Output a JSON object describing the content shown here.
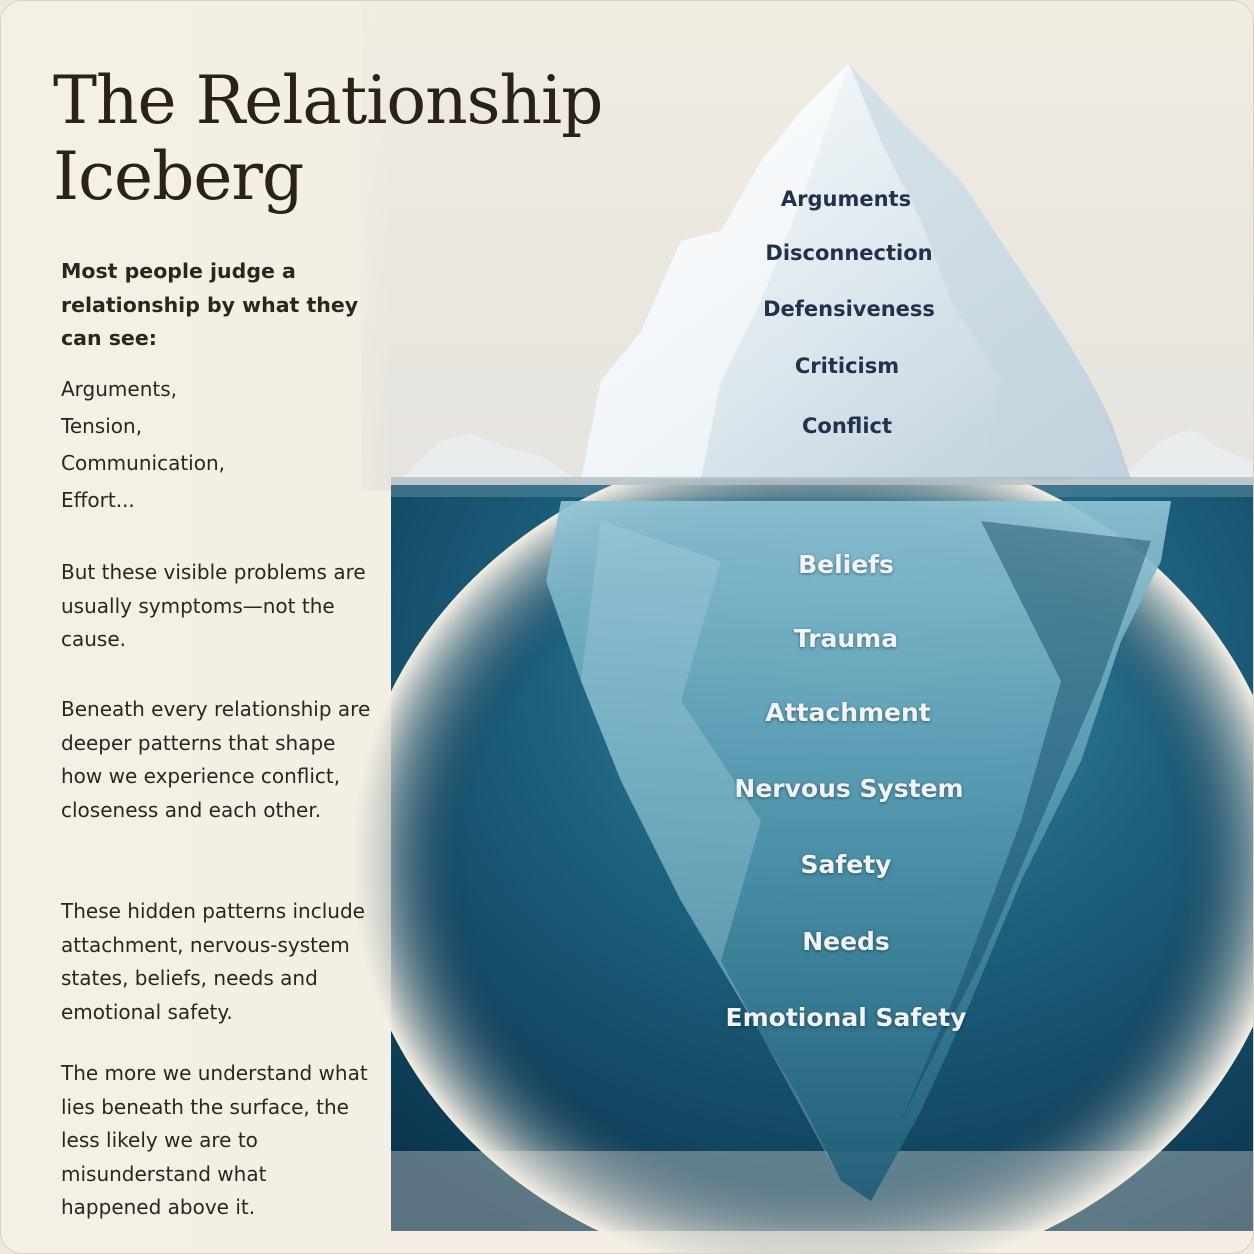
{
  "title": "The Relationship Iceberg",
  "intro": "Most people judge a relationship by what they can see:",
  "visible_list": [
    "Arguments,",
    "Tension,",
    "Communication,",
    "Effort..."
  ],
  "paragraphs": [
    "But these visible problems are usually symptoms—not the cause.",
    "Beneath every relationship are deeper patterns that shape how we experience conflict, closeness and each other.",
    "These hidden patterns include attachment, nervous-system states, beliefs, needs and emotional safety.",
    "The more we understand what lies beneath the surface, the less likely we are to misunderstand what happened above it."
  ],
  "above_surface": [
    "Arguments",
    "Disconnection",
    "Defensiveness",
    "Criticism",
    "Conflict"
  ],
  "below_surface": [
    "Beliefs",
    "Trauma",
    "Attachment",
    "Nervous System",
    "Safety",
    "Needs",
    "Emotional Safety"
  ],
  "colors": {
    "background": "#f4efe4",
    "title": "#2a211a",
    "above_label": "#23314f",
    "below_label": "#f1f5f7",
    "water_deep": "#0d3a55",
    "water_mid": "#2a6e8a",
    "ice": "#e8f0f5"
  }
}
